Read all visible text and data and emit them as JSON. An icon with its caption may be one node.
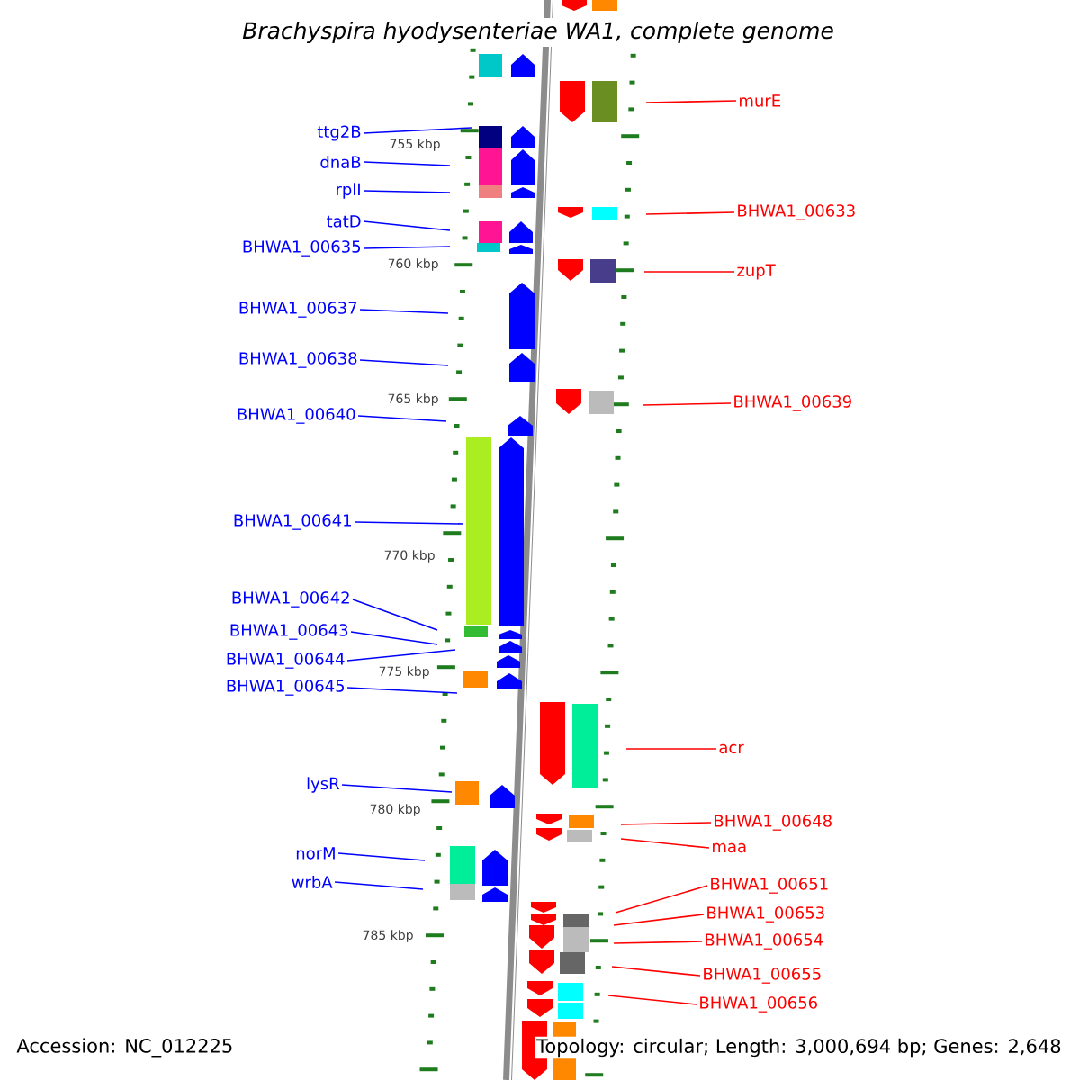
{
  "diagram": {
    "title": "Brachyspira hyodysenteriae WA1, complete genome",
    "nodes": [
      {
        "text": [
          "ttg2B"
        ]
      },
      {
        "text": [
          "dnaB"
        ]
      },
      {
        "text": [
          "rplI"
        ]
      },
      {
        "text": [
          "tatD"
        ]
      },
      {
        "text": [
          "BHWA1_00635"
        ]
      },
      {
        "text": [
          "BHWA1_00637"
        ]
      },
      {
        "text": [
          "BHWA1_00638"
        ]
      },
      {
        "text": [
          "BHWA1_00640"
        ]
      },
      {
        "text": [
          "BHWA1_00641"
        ]
      },
      {
        "text": [
          "BHWA1_00642"
        ]
      },
      {
        "text": [
          "BHWA1_00643"
        ]
      },
      {
        "text": [
          "BHWA1_00644"
        ]
      },
      {
        "text": [
          "BHWA1_00645"
        ]
      },
      {
        "text": [
          "lysR"
        ]
      },
      {
        "text": [
          "norM"
        ]
      },
      {
        "text": [
          "wrbA"
        ]
      },
      {
        "text": [
          "murE"
        ]
      },
      {
        "text": [
          "BHWA1_00633"
        ]
      },
      {
        "text": [
          "zupT"
        ]
      },
      {
        "text": [
          "BHWA1_00639"
        ]
      },
      {
        "text": [
          "acr"
        ]
      },
      {
        "text": [
          "BHWA1_00648"
        ]
      },
      {
        "text": [
          "maa"
        ]
      },
      {
        "text": [
          "BHWA1_00651"
        ]
      },
      {
        "text": [
          "BHWA1_00653"
        ]
      },
      {
        "text": [
          "BHWA1_00654"
        ]
      },
      {
        "text": [
          "BHWA1_00655"
        ]
      },
      {
        "text": [
          "BHWA1_00656"
        ]
      }
    ],
    "edges": [
      {
        "from": 0,
        "to": null,
        "arrow": "none"
      },
      {
        "from": 1,
        "to": null,
        "arrow": "none"
      },
      {
        "from": 2,
        "to": null,
        "arrow": "none"
      },
      {
        "from": 3,
        "to": null,
        "arrow": "none"
      },
      {
        "from": 4,
        "to": null,
        "arrow": "none"
      },
      {
        "from": 5,
        "to": null,
        "arrow": "none"
      },
      {
        "from": 6,
        "to": null,
        "arrow": "none"
      },
      {
        "from": 7,
        "to": null,
        "arrow": "none"
      },
      {
        "from": 8,
        "to": null,
        "arrow": "none"
      },
      {
        "from": 9,
        "to": null,
        "arrow": "none"
      },
      {
        "from": 10,
        "to": null,
        "arrow": "none"
      },
      {
        "from": 11,
        "to": null,
        "arrow": "none"
      },
      {
        "from": 12,
        "to": null,
        "arrow": "none"
      },
      {
        "from": 13,
        "to": null,
        "arrow": "none"
      },
      {
        "from": 14,
        "to": null,
        "arrow": "none"
      },
      {
        "from": 15,
        "to": null,
        "arrow": "none"
      },
      {
        "from": 16,
        "to": null,
        "arrow": "none",
        "color": "#ff0000"
      },
      {
        "from": 17,
        "to": null,
        "arrow": "none",
        "color": "#ff0000"
      },
      {
        "from": 18,
        "to": null,
        "arrow": "none",
        "color": "#ff0000"
      },
      {
        "from": 19,
        "to": null,
        "arrow": "none",
        "color": "#ff0000"
      },
      {
        "from": 20,
        "to": null,
        "arrow": "none",
        "color": "#ff0000"
      },
      {
        "from": 21,
        "to": null,
        "arrow": "none",
        "color": "#ff0000"
      },
      {
        "from": 22,
        "to": null,
        "arrow": "none",
        "color": "#ff0000"
      },
      {
        "from": 23,
        "to": null,
        "arrow": "none",
        "color": "#ff0000"
      },
      {
        "from": 24,
        "to": null,
        "arrow": "none",
        "color": "#ff0000"
      },
      {
        "from": 25,
        "to": null,
        "arrow": "none",
        "color": "#ff0000"
      },
      {
        "from": 26,
        "to": null,
        "arrow": "none",
        "color": "#ff0000"
      },
      {
        "from": 27,
        "to": null,
        "arrow": "none",
        "color": "#ff0000"
      }
    ],
    "labels": [
      "755 kbp",
      "760 kbp",
      "765 kbp",
      "770 kbp",
      "775 kbp",
      "780 kbp",
      "785 kbp",
      "Accession: NC_012225",
      "Topology: circular; Length: 3,000,694 bp; Genes: 2,648"
    ]
  }
}
